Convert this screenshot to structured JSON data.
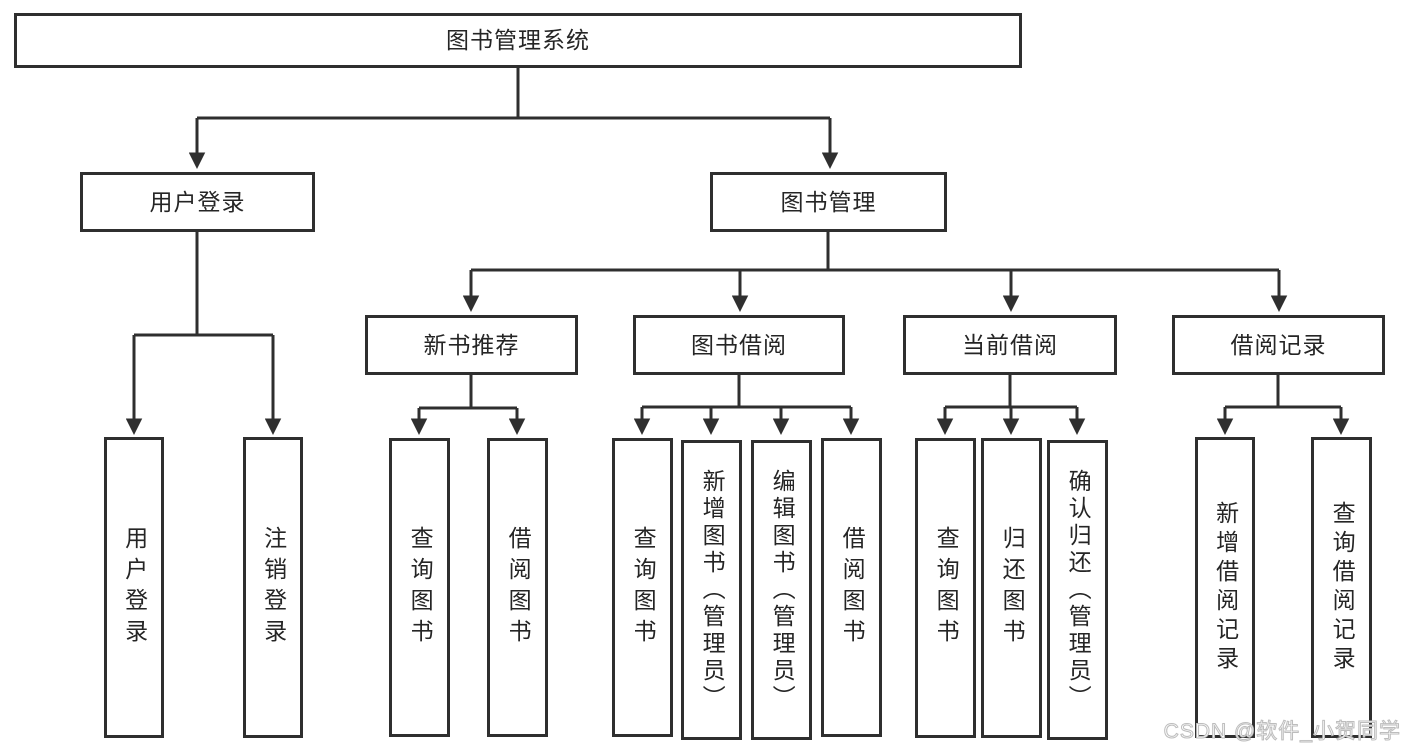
{
  "diagram": {
    "root": {
      "label": "图书管理系统"
    },
    "user_login": {
      "label": "用户登录",
      "children": [
        {
          "label": "用户登录"
        },
        {
          "label": "注销登录"
        }
      ]
    },
    "book_mgmt": {
      "label": "图书管理",
      "sections": {
        "new_book": {
          "label": "新书推荐",
          "children": [
            {
              "label": "查询图书"
            },
            {
              "label": "借阅图书"
            }
          ]
        },
        "borrowing": {
          "label": "图书借阅",
          "children": [
            {
              "label": "查询图书"
            },
            {
              "label": "新增图书（管理员）"
            },
            {
              "label": "编辑图书（管理员）"
            },
            {
              "label": "借阅图书"
            }
          ]
        },
        "current": {
          "label": "当前借阅",
          "children": [
            {
              "label": "查询图书"
            },
            {
              "label": "归还图书"
            },
            {
              "label": "确认归还（管理员）"
            }
          ]
        },
        "records": {
          "label": "借阅记录",
          "children": [
            {
              "label": "新增借阅记录"
            },
            {
              "label": "查询借阅记录"
            }
          ]
        }
      }
    }
  },
  "watermark": {
    "text": "CSDN @软件_小贺同学"
  },
  "colors": {
    "line": "#2f2f2f",
    "border": "#2f2f2f",
    "text": "#252525",
    "watermark_outline": "#bdbdbd",
    "background": "#ffffff"
  }
}
